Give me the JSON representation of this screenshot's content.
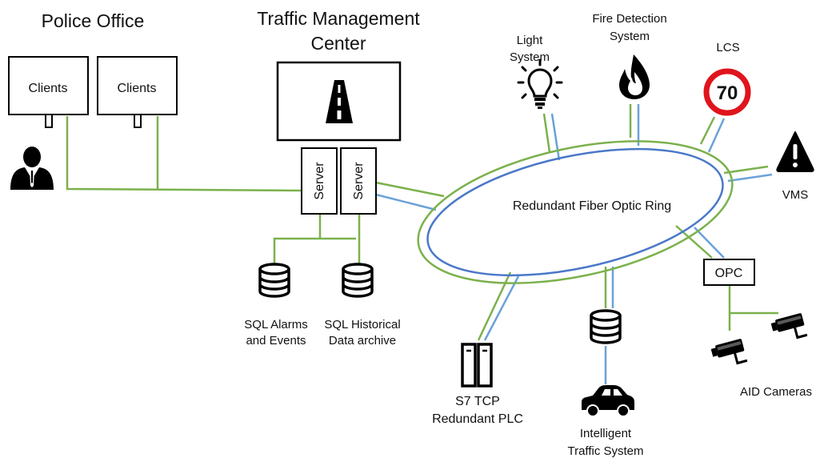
{
  "labels": {
    "police_office": "Police Office",
    "tmc_line1": "Traffic Management",
    "tmc_line2": "Center",
    "client_1": "Clients",
    "client_2": "Clients",
    "server_1": "Server",
    "server_2": "Server",
    "light_line1": "Light",
    "light_line2": "System",
    "fire_line1": "Fire Detection",
    "fire_line2": "System",
    "lcs": "LCS",
    "speed_limit": "70",
    "vms": "VMS",
    "ring": "Redundant Fiber Optic Ring",
    "opc": "OPC",
    "sql_alarms_line1": "SQL Alarms",
    "sql_alarms_line2": "and Events",
    "sql_hist_line1": "SQL Historical",
    "sql_hist_line2": "Data archive",
    "plc_line1": "S7 TCP",
    "plc_line2": "Redundant PLC",
    "its_line1": "Intelligent",
    "its_line2": "Traffic System",
    "aid_cameras": "AID Cameras"
  },
  "colors": {
    "link_green": "#7bb14c",
    "link_blue": "#6aa2d8",
    "ring_outer": "#7bb14c",
    "ring_inner": "#4a78c8",
    "lcs_border": "#e0141c",
    "icon_black": "#000000"
  },
  "icons": [
    "person-icon",
    "road-icon",
    "bulb-icon",
    "flame-icon",
    "warning-icon",
    "database-icon",
    "plc-icon",
    "car-icon",
    "camera-icon"
  ]
}
